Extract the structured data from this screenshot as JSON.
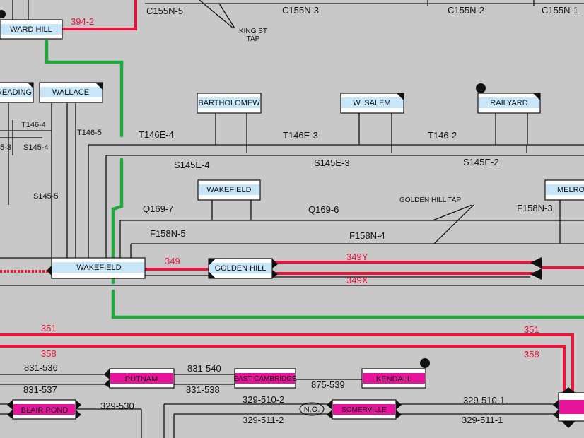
{
  "colors": {
    "background": "#c8c8c8",
    "red_line": "#e8143c",
    "green_line": "#1fa83c",
    "black_line": "#111111",
    "blue_box_fill": "#c8e6fa",
    "magenta_box_fill": "#e6149b"
  },
  "substations": {
    "ward_hill": "WARD HILL",
    "reading": "READING",
    "wallace": "WALLACE",
    "bartholomew": "BARTHOLOMEW",
    "w_salem": "W. SALEM",
    "railyard": "RAILYARD",
    "wakefield_small": "WAKEFIELD",
    "melrose": "MELRO",
    "wakefield_main": "WAKEFIELD",
    "golden_hill": "GOLDEN HILL",
    "putnam": "PUTNAM",
    "east_cambridge": "EAST CAMBRIDGE",
    "kendall": "KENDALL",
    "blair_pond": "BLAIR POND",
    "somerville": "SOMERVILLE"
  },
  "line_labels": {
    "c155n5": "C155N-5",
    "c155n3": "C155N-3",
    "c155n2": "C155N-2",
    "c155n1": "C155N-1",
    "king_st_tap_1": "KING ST",
    "king_st_tap_2": "TAP",
    "l394_2": "394-2",
    "t146_4": "T146-4",
    "t146_5": "T146-5",
    "s145_3": "5-3",
    "s145_4": "S145-4",
    "s145_5": "S145-5",
    "t146e_4": "T146E-4",
    "t146e_3": "T146E-3",
    "t146_2": "T146-2",
    "s145e_4": "S145E-4",
    "s145e_3": "S145E-3",
    "s145e_2": "S145E-2",
    "golden_hill_tap": "GOLDEN HILL TAP",
    "q169_7": "Q169-7",
    "q169_6": "Q169-6",
    "f158n_3": "F158N-3",
    "f158n_5": "F158N-5",
    "f158n_4": "F158N-4",
    "l349": "349",
    "l349y": "349Y",
    "l349x": "349X",
    "l351_left": "351",
    "l351_right": "351",
    "l358_left": "358",
    "l358_right": "358",
    "l831_536": "831-536",
    "l831_537": "831-537",
    "l831_540": "831-540",
    "l831_538": "831-538",
    "l875_539": "875-539",
    "l329_530": "329-530",
    "l329_510_2": "329-510-2",
    "l329_511_2": "329-511-2",
    "l329_510_1": "329-510-1",
    "l329_511_1": "329-511-1",
    "normally_open": "N.O."
  }
}
